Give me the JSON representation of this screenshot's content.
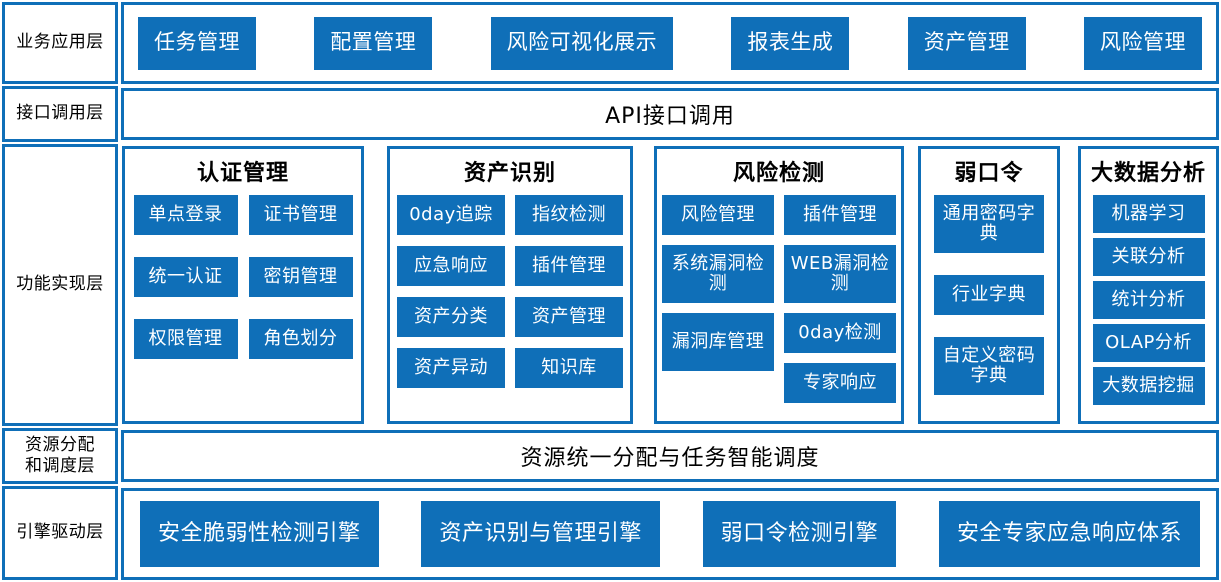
{
  "theme": {
    "accent": "#0f6fb8",
    "chip_bg": "#0f6fb8",
    "chip_text": "#ffffff",
    "background": "#ffffff",
    "label_text": "#000000"
  },
  "layers": [
    {
      "key": "business",
      "label": "业务应用层"
    },
    {
      "key": "interface",
      "label": "接口调用层"
    },
    {
      "key": "function",
      "label": "功能实现层"
    },
    {
      "key": "resource",
      "label": "资源分配\n和调度层"
    },
    {
      "key": "engine",
      "label": "引擎驱动层"
    }
  ],
  "business": {
    "label": "业务应用层",
    "items": [
      {
        "label": "任务管理"
      },
      {
        "label": "配置管理"
      },
      {
        "label": "风险可视化展示"
      },
      {
        "label": "报表生成"
      },
      {
        "label": "资产管理"
      },
      {
        "label": "风险管理"
      }
    ]
  },
  "interface": {
    "label": "接口调用层",
    "text": "API接口调用"
  },
  "function": {
    "label": "功能实现层",
    "panels": [
      {
        "title": "认证管理",
        "columns": [
          {
            "items": [
              {
                "label": "单点登录",
                "lines": 1
              },
              {
                "label": "统一认证",
                "lines": 1
              },
              {
                "label": "权限管理",
                "lines": 1
              }
            ]
          },
          {
            "items": [
              {
                "label": "证书管理",
                "lines": 1
              },
              {
                "label": "密钥管理",
                "lines": 1
              },
              {
                "label": "角色划分",
                "lines": 1
              }
            ]
          }
        ]
      },
      {
        "title": "资产识别",
        "columns": [
          {
            "items": [
              {
                "label": "0day追踪",
                "lines": 1
              },
              {
                "label": "应急响应",
                "lines": 1
              },
              {
                "label": "资产分类",
                "lines": 1
              },
              {
                "label": "资产异动",
                "lines": 1
              }
            ]
          },
          {
            "items": [
              {
                "label": "指纹检测",
                "lines": 1
              },
              {
                "label": "插件管理",
                "lines": 1
              },
              {
                "label": "资产管理",
                "lines": 1
              },
              {
                "label": "知识库",
                "lines": 1
              }
            ]
          }
        ]
      },
      {
        "title": "风险检测",
        "columns": [
          {
            "items": [
              {
                "label": "风险管理",
                "lines": 1
              },
              {
                "label": "系统漏洞检测",
                "lines": 2
              },
              {
                "label": "漏洞库管理",
                "lines": 2
              }
            ]
          },
          {
            "items": [
              {
                "label": "插件管理",
                "lines": 1
              },
              {
                "label": "WEB漏洞检测",
                "lines": 2
              },
              {
                "label": "0day检测",
                "lines": 1
              },
              {
                "label": "专家响应",
                "lines": 1
              }
            ]
          }
        ]
      },
      {
        "title": "弱口令",
        "columns": [
          {
            "items": [
              {
                "label": "通用密码字典",
                "lines": 2
              },
              {
                "label": "行业字典",
                "lines": 1
              },
              {
                "label": "自定义密码字典",
                "lines": 2
              }
            ]
          }
        ]
      },
      {
        "title": "大数据分析",
        "columns": [
          {
            "items": [
              {
                "label": "机器学习",
                "lines": 1
              },
              {
                "label": "关联分析",
                "lines": 1
              },
              {
                "label": "统计分析",
                "lines": 1
              },
              {
                "label": "OLAP分析",
                "lines": 1
              },
              {
                "label": "大数据挖掘",
                "lines": 1
              }
            ]
          }
        ]
      }
    ]
  },
  "resource": {
    "label": "资源分配\n和调度层",
    "text": "资源统一分配与任务智能调度"
  },
  "engine": {
    "label": "引擎驱动层",
    "items": [
      {
        "label": "安全脆弱性检测引擎"
      },
      {
        "label": "资产识别与管理引擎"
      },
      {
        "label": "弱口令检测引擎"
      },
      {
        "label": "安全专家应急响应体系"
      }
    ]
  }
}
